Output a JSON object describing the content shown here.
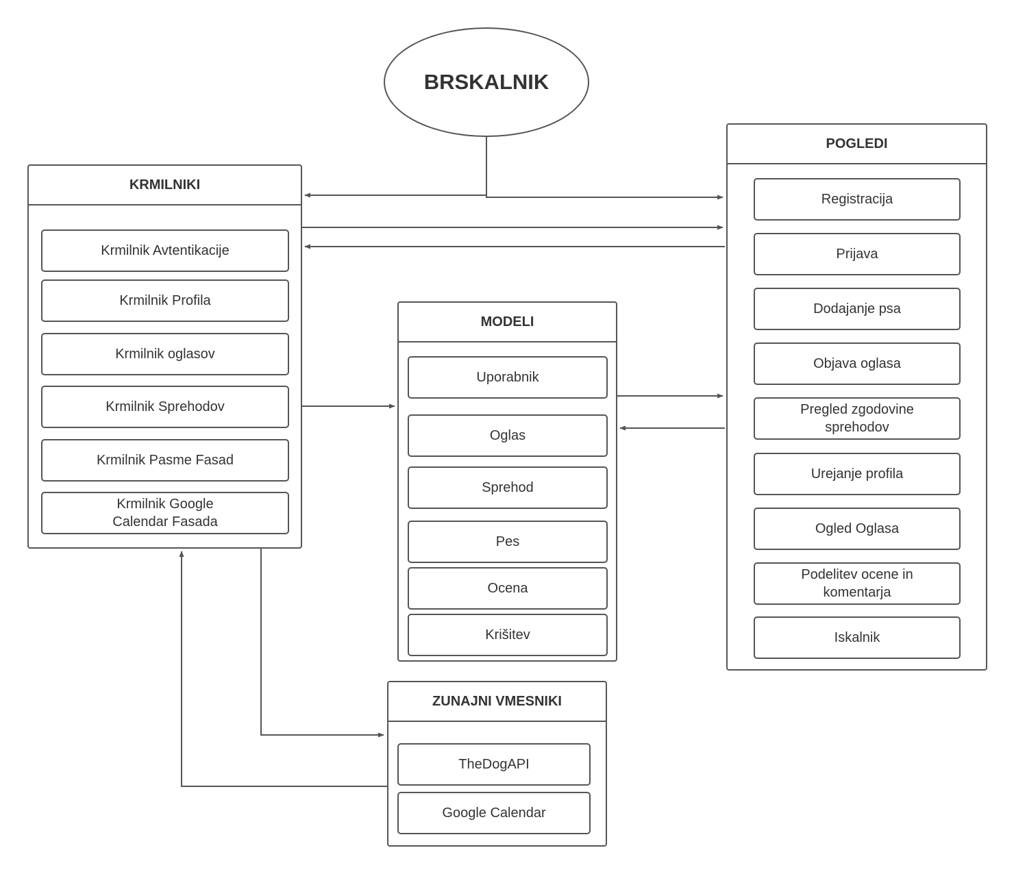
{
  "root": {
    "label": "BRSKALNIK"
  },
  "krmilniki": {
    "title": "KRMILNIKI",
    "items": [
      "Krmilnik Avtentikacije",
      "Krmilnik Profila",
      "Krmilnik oglasov",
      "Krmilnik Sprehodov",
      "Krmilnik Pasme Fasad",
      "Krmilnik Google Calendar Fasada"
    ]
  },
  "modeli": {
    "title": "MODELI",
    "items": [
      "Uporabnik",
      "Oglas",
      "Sprehod",
      "Pes",
      "Ocena",
      "Krišitev"
    ]
  },
  "pogledi": {
    "title": "POGLEDI",
    "items": [
      "Registracija",
      "Prijava",
      "Dodajanje psa",
      "Objava oglasa",
      "Pregled zgodovine sprehodov",
      "Urejanje profila",
      "Ogled Oglasa",
      "Podelitev ocene in komentarja",
      "Iskalnik"
    ]
  },
  "zunanji": {
    "title": "ZUNAJNI VMESNIKI",
    "items": [
      "TheDogAPI",
      "Google Calendar"
    ]
  },
  "colors": {
    "stroke": "#555555",
    "text": "#333333",
    "background": "#ffffff"
  }
}
